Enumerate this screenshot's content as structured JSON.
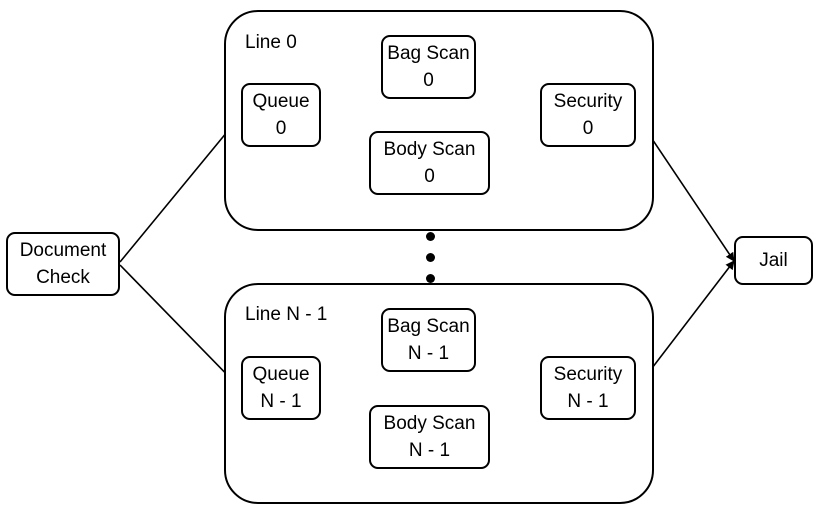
{
  "lines": [
    {
      "label": "Line 0",
      "queue": [
        "Queue",
        "0"
      ],
      "bag_scan": [
        "Bag Scan",
        "0"
      ],
      "body_scan": [
        "Body Scan",
        "0"
      ],
      "security": [
        "Security",
        "0"
      ]
    },
    {
      "label": "Line N - 1",
      "queue": [
        "Queue",
        "N - 1"
      ],
      "bag_scan": [
        "Bag Scan",
        "N - 1"
      ],
      "body_scan": [
        "Body Scan",
        "N - 1"
      ],
      "security": [
        "Security",
        "N - 1"
      ]
    }
  ],
  "document_check": [
    "Document",
    "Check"
  ],
  "jail": "Jail"
}
